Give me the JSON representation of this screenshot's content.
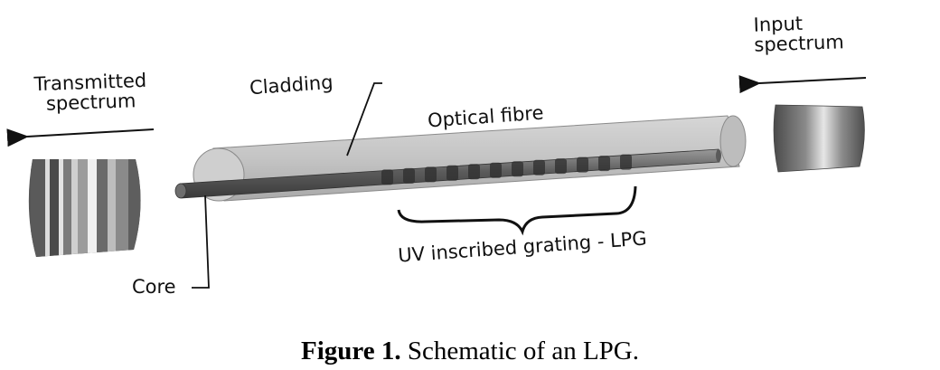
{
  "labels": {
    "input": "Input\nspectrum",
    "transmitted": "Transmitted\nspectrum",
    "cladding": "Cladding",
    "optical_fibre": "Optical fibre",
    "core": "Core",
    "grating": "UV inscribed grating - LPG"
  },
  "caption": {
    "label": "Figure 1.",
    "text": "Schematic of an LPG."
  }
}
